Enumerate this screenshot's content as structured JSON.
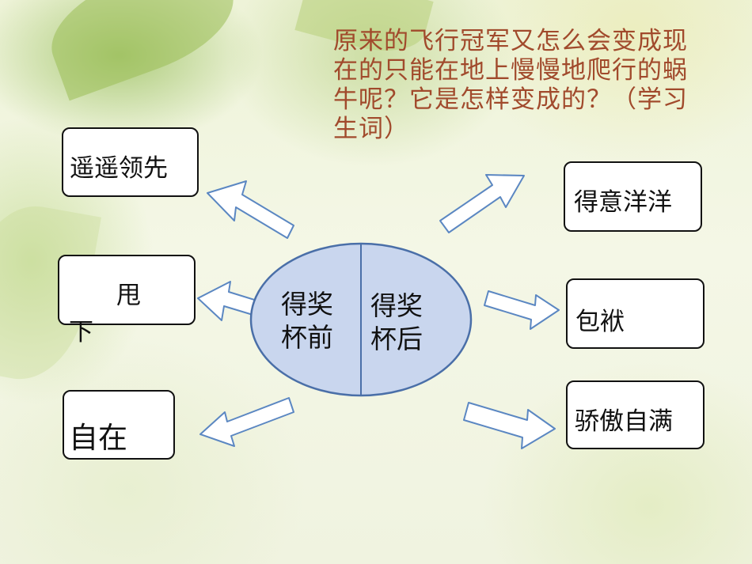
{
  "slide": {
    "question": "原来的飞行冠军又怎么会变成现在的只能在地上慢慢地爬行的蜗牛呢？它是怎样变成的？（学习生词）",
    "center": {
      "left_label": "得奖杯前",
      "right_label": "得奖杯后"
    },
    "left_words": [
      {
        "text": "遥遥领先"
      },
      {
        "text": "甩",
        "overflow": "下"
      },
      {
        "text": "自在"
      }
    ],
    "right_words": [
      {
        "text": "得意洋洋"
      },
      {
        "text": "包袱"
      },
      {
        "text": "骄傲自满"
      }
    ]
  },
  "colors": {
    "question_text": "#a14a2c",
    "ellipse_fill": "#c9d6ee",
    "ellipse_stroke": "#4a6fa8",
    "arrow_stroke": "#5b87c2",
    "box_border": "#111111"
  }
}
